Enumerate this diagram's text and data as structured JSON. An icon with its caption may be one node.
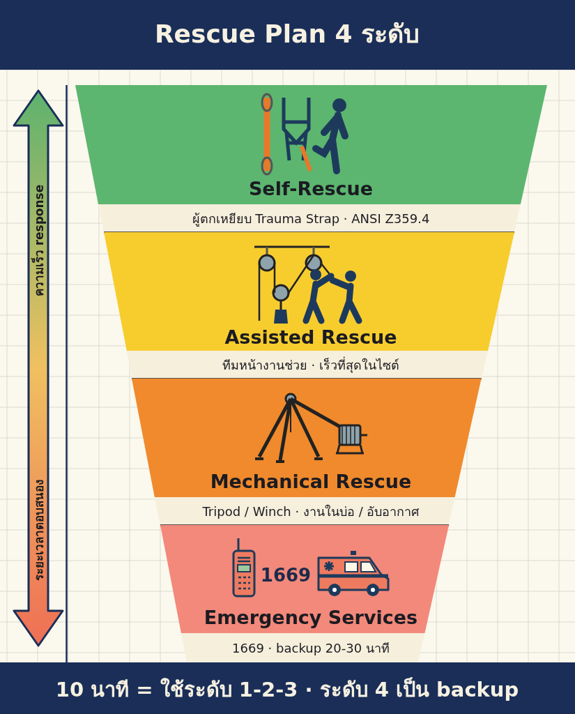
{
  "diagram": {
    "title": "Rescue Plan 4 ระดับ",
    "nodes": [
      {
        "text": [
          "Self-Rescue",
          "ผู้ตกเหยียบ Trauma Strap · ANSI Z359.4"
        ]
      },
      {
        "text": [
          "Assisted Rescue",
          "ทีมหน้างานช่วย · เร็วที่สุดในไซต์"
        ]
      },
      {
        "text": [
          "Mechanical Rescue",
          "Tripod / Winch · งานในบ่อ / อับอากาศ"
        ]
      },
      {
        "text": [
          "1669",
          "Emergency Services",
          "1669 · backup 20-30 นาที"
        ]
      }
    ],
    "labels": [
      "ความเร็ว response",
      "ระยะเวลาตอบสนอง"
    ],
    "caption": "10 นาที = ใช้ระดับ 1-2-3 · ระดับ 4 เป็น backup"
  }
}
